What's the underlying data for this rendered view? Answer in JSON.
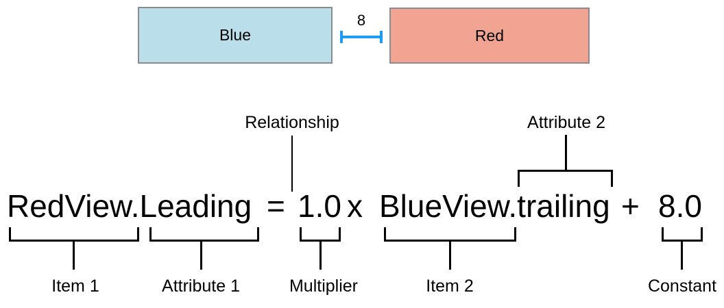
{
  "diagram": {
    "blue_label": "Blue",
    "red_label": "Red",
    "spacing_value": "8"
  },
  "equation": {
    "item1_attribute": "RedView.Leading",
    "relation": "=",
    "multiplier": "1.0",
    "times": "x",
    "item2_attribute": "BlueView.trailing",
    "plus": "+",
    "constant": "8.0"
  },
  "labels": {
    "relationship": "Relationship",
    "attribute2": "Attribute 2",
    "item1": "Item 1",
    "attribute1": "Attribute 1",
    "multiplier": "Multiplier",
    "item2": "Item 2",
    "constant": "Constant"
  },
  "colors": {
    "blue_fill": "#BADFEB",
    "red_fill": "#F1A491",
    "box_border": "#8A8A8F",
    "connector_blue": "#1E9BF6",
    "stroke": "#000000"
  }
}
